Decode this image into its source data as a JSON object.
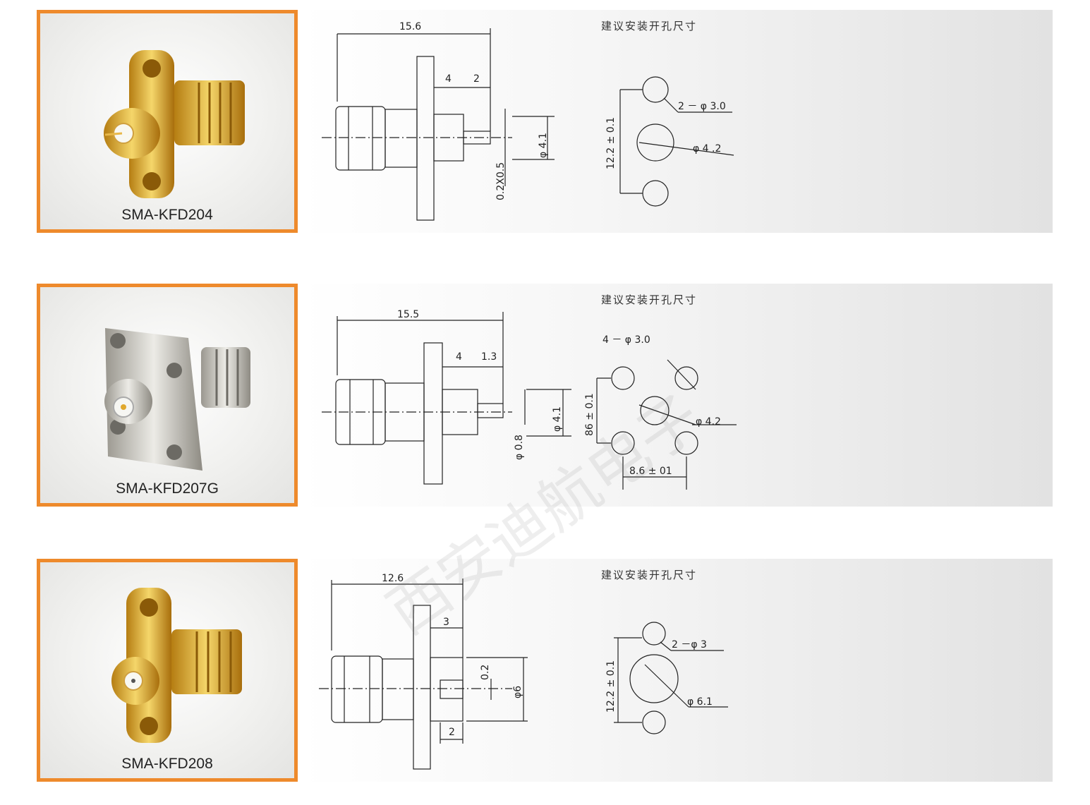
{
  "products": [
    {
      "model": "SMA-KFD204",
      "install_hint": "建议安装开孔尺寸",
      "dims": {
        "total": "15.6",
        "a": "4",
        "b": "2",
        "dia_outer": "φ 4.1",
        "pin": "0.2X0.5"
      },
      "hole": {
        "spacing": "12.2 ± 0.1",
        "small": "2 － φ 3.0",
        "center": "φ 4 .2"
      }
    },
    {
      "model": "SMA-KFD207G",
      "install_hint": "建议安装开孔尺寸",
      "dims": {
        "total": "15.5",
        "a": "4",
        "b": "1.3",
        "dia_outer": "φ 4.1",
        "pin": "φ 0.8"
      },
      "hole": {
        "spacing": "86 ± 0.1",
        "spacing_h": "8.6 ± 01",
        "small": "4 － φ 3.0",
        "center": "φ 4.2"
      }
    },
    {
      "model": "SMA-KFD208",
      "install_hint": "建议安装开孔尺寸",
      "dims": {
        "total": "12.6",
        "a": "3",
        "b": "2",
        "dia_outer": "φ6",
        "pin": "0.2"
      },
      "hole": {
        "spacing": "12.2 ± 0.1",
        "small": "2 －φ 3",
        "center": "φ 6.1"
      }
    }
  ],
  "watermark": "西安迪航电子",
  "colors": {
    "frame": "#ee8a2c",
    "gold": "#e0a82c",
    "silver": "#c9c6be"
  }
}
